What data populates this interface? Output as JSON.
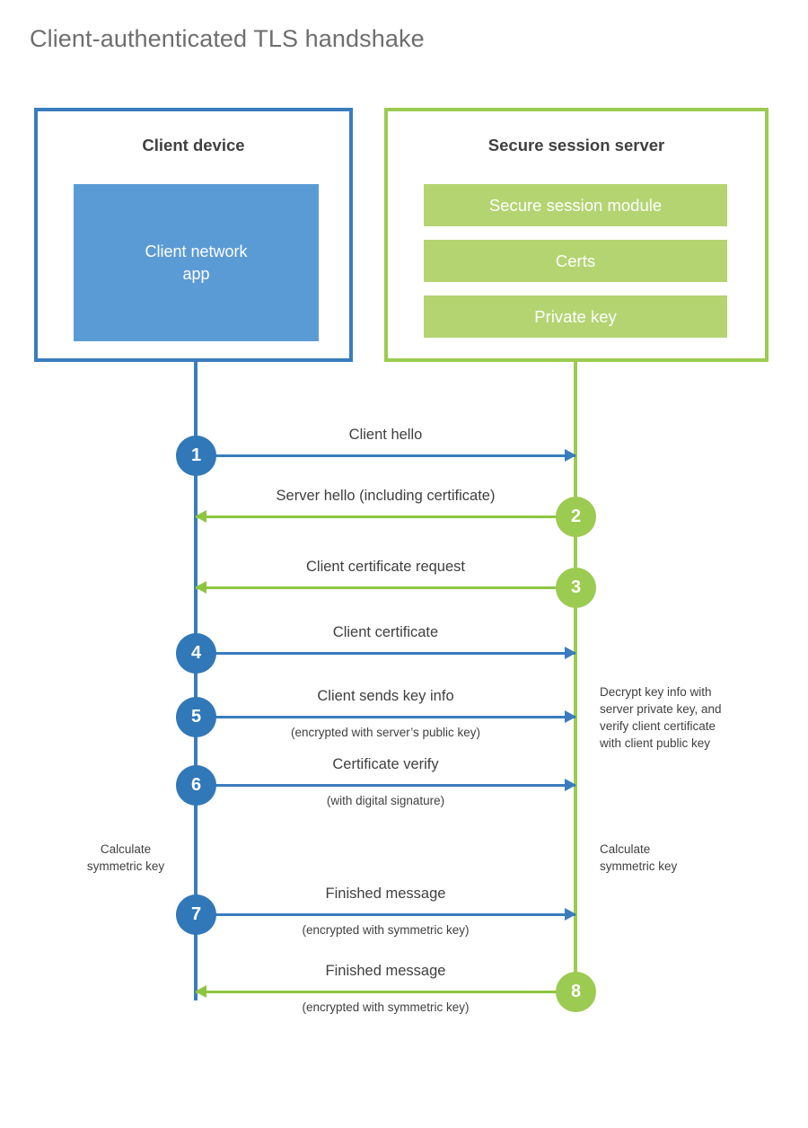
{
  "title": "Client-authenticated TLS handshake",
  "colors": {
    "client_blue": "#3a7cbe",
    "client_app_blue": "#5b9bd5",
    "step_blue": "#3178b8",
    "server_green": "#9ccb51",
    "server_block_green": "#b4d472",
    "arrow_green": "#8cc63f",
    "text_gray": "#3f3f3f",
    "title_gray": "#6e6e6e"
  },
  "actors": {
    "client": {
      "title": "Client device",
      "components": [
        {
          "label": "Client network\napp"
        }
      ]
    },
    "server": {
      "title": "Secure session server",
      "components": [
        {
          "label": "Secure session module"
        },
        {
          "label": "Certs"
        },
        {
          "label": "Private key"
        }
      ]
    }
  },
  "steps": [
    {
      "number": "1",
      "direction": "to-server",
      "label": "Client hello",
      "sublabel": "",
      "side": "client"
    },
    {
      "number": "2",
      "direction": "to-client",
      "label": "Server hello (including certificate)",
      "sublabel": "",
      "side": "server"
    },
    {
      "number": "3",
      "direction": "to-client",
      "label": "Client certificate request",
      "sublabel": "",
      "side": "server"
    },
    {
      "number": "4",
      "direction": "to-server",
      "label": "Client certificate",
      "sublabel": "",
      "side": "client"
    },
    {
      "number": "5",
      "direction": "to-server",
      "label": "Client sends key info",
      "sublabel": "(encrypted with server’s public key)",
      "side": "client"
    },
    {
      "number": "6",
      "direction": "to-server",
      "label": "Certificate verify",
      "sublabel": "(with digital signature)",
      "side": "client"
    },
    {
      "number": "7",
      "direction": "to-server",
      "label": "Finished message",
      "sublabel": "(encrypted with symmetric key)",
      "side": "client"
    },
    {
      "number": "8",
      "direction": "to-client",
      "label": "Finished message",
      "sublabel": "(encrypted with symmetric key)",
      "side": "server"
    }
  ],
  "notes": {
    "server_decrypt": "Decrypt key info with\nserver private key, and\nverify client certificate\nwith client public key",
    "client_calc": "Calculate\nsymmetric key",
    "server_calc": "Calculate\nsymmetric key"
  }
}
